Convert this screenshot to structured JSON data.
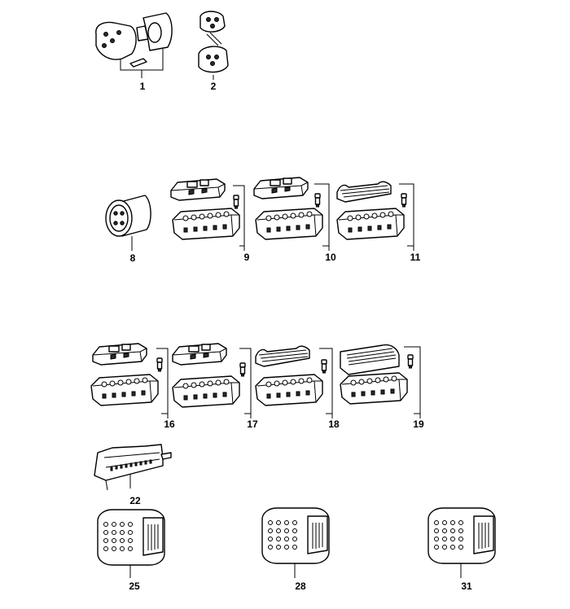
{
  "labels": {
    "p1": "1",
    "p2": "2",
    "p8": "8",
    "p9": "9",
    "p10": "10",
    "p11": "11",
    "p16": "16",
    "p17": "17",
    "p18": "18",
    "p19": "19",
    "p22": "22",
    "p25": "25",
    "p28": "28",
    "p31": "31"
  }
}
